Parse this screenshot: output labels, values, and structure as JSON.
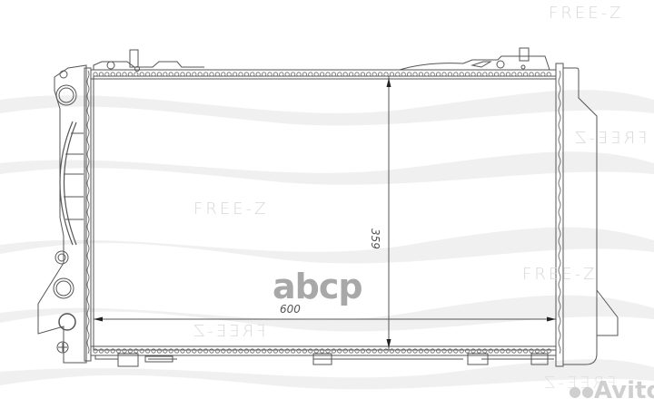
{
  "image": {
    "subject": "radiator technical drawing",
    "colors": {
      "line": "#555555",
      "watermark": "#d8d8d8",
      "background": "#ffffff"
    }
  },
  "dimensions": {
    "width_label": "600",
    "height_label": "359"
  },
  "watermarks": {
    "brand_top_right": "FREE-Z",
    "brand_center": "FREE-Z",
    "brand_right_mirrored": "FREE-Z",
    "brand_right_lower": "FREE-Z",
    "brand_bottom_mirrored": "FREE-Z",
    "abcp": "abcp",
    "avito": "Avito"
  }
}
